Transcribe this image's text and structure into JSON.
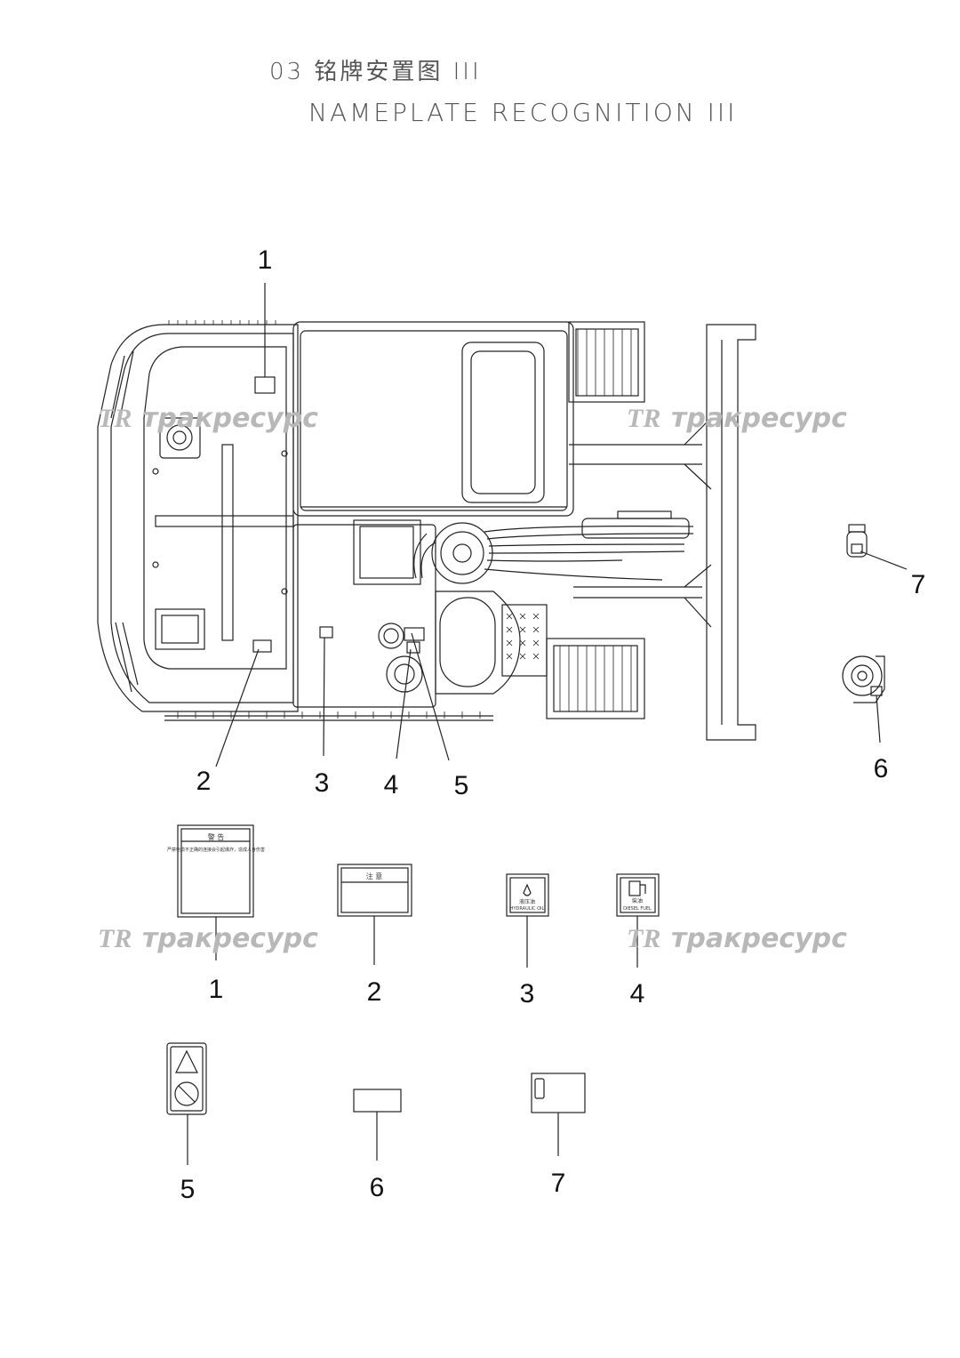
{
  "title": {
    "cn": "03 铭牌安置图 III",
    "en": "NAMEPLATE RECOGNITION III"
  },
  "watermark": {
    "logo": "TR",
    "text": "тракресурс"
  },
  "callouts_machine": [
    "1",
    "2",
    "3",
    "4",
    "5",
    "6",
    "7"
  ],
  "labels": [
    {
      "number": "1",
      "heading": "警 告",
      "line": "严禁电缆不正确的连接会引起爆炸，造成人身伤害"
    },
    {
      "number": "2",
      "heading": "注 意"
    },
    {
      "number": "3",
      "cn": "液压油",
      "en": "HYDRAULIC OIL"
    },
    {
      "number": "4",
      "cn": "柴油",
      "en": "DIESEL FUEL"
    },
    {
      "number": "5"
    },
    {
      "number": "6"
    },
    {
      "number": "7"
    }
  ],
  "colors": {
    "line": "#222222",
    "watermark": "#b8b8b8",
    "title": "#555555"
  }
}
